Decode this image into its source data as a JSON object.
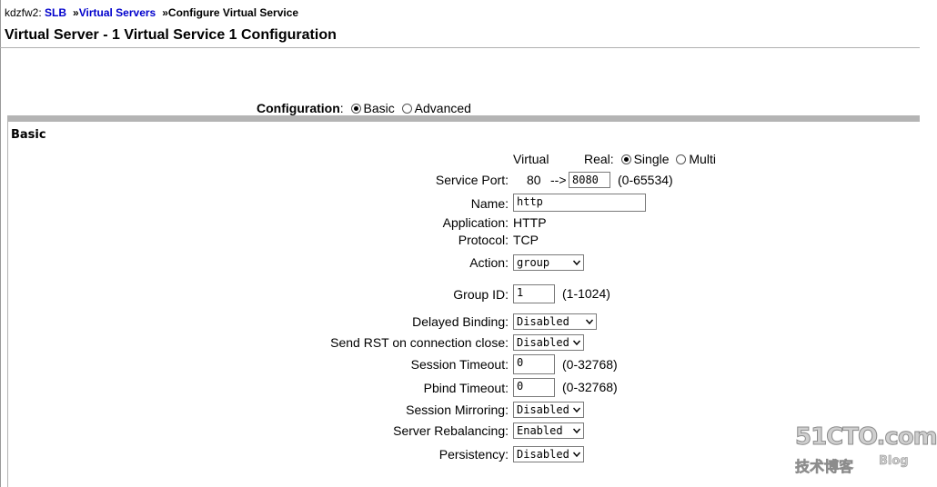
{
  "breadcrumb": {
    "host": "kdzfw2:",
    "items": [
      "SLB",
      "Virtual Servers"
    ],
    "separator": "»",
    "current": "Configure Virtual Service"
  },
  "page": {
    "title": "Virtual Server - 1 Virtual Service 1 Configuration"
  },
  "configuration": {
    "label": "Configuration",
    "colon": ":",
    "options": [
      "Basic",
      "Advanced"
    ],
    "selected": "Basic"
  },
  "basic": {
    "title": "Basic",
    "virtual_label": "Virtual",
    "real_label": "Real:",
    "real_options": [
      "Single",
      "Multi"
    ],
    "real_selected": "Single",
    "service_port": {
      "label": "Service Port:",
      "virtual": "80",
      "arrow": "-->",
      "real": "8080",
      "range": "(0-65534)"
    },
    "name": {
      "label": "Name:",
      "value": "http"
    },
    "application": {
      "label": "Application:",
      "value": "HTTP"
    },
    "protocol": {
      "label": "Protocol:",
      "value": "TCP"
    },
    "action": {
      "label": "Action:",
      "value": "group"
    },
    "group_id": {
      "label": "Group ID:",
      "value": "1",
      "range": "(1-1024)"
    },
    "delayed_binding": {
      "label": "Delayed Binding:",
      "value": "Disabled"
    },
    "send_rst": {
      "label": "Send RST on connection close:",
      "value": "Disabled"
    },
    "session_timeout": {
      "label": "Session Timeout:",
      "value": "0",
      "range": "(0-32768)"
    },
    "pbind_timeout": {
      "label": "Pbind Timeout:",
      "value": "0",
      "range": "(0-32768)"
    },
    "session_mirroring": {
      "label": "Session Mirroring:",
      "value": "Disabled"
    },
    "server_rebalancing": {
      "label": "Server Rebalancing:",
      "value": "Enabled"
    },
    "persistency": {
      "label": "Persistency:",
      "value": "Disabled"
    }
  },
  "watermark": {
    "line1": "51CTO.com",
    "line2": "技术博客",
    "line3": "Blog"
  }
}
